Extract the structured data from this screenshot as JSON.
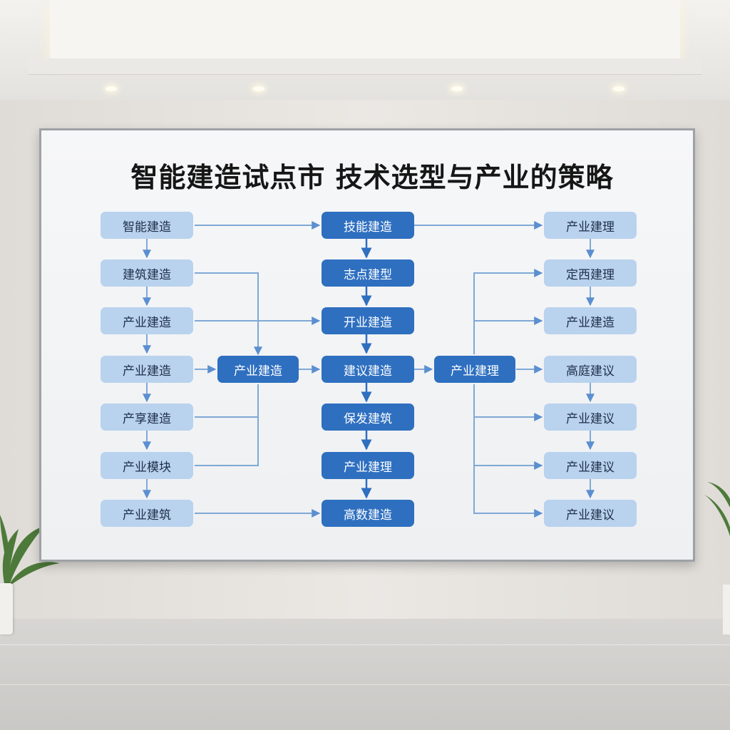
{
  "title": "智能建造试点市 技术选型与产业的策略",
  "nodes": {
    "left": [
      "智能建造",
      "建筑建造",
      "产业建造",
      "产业建造",
      "产享建造",
      "产业模块",
      "产业建筑"
    ],
    "hub_left": "产业建造",
    "center": [
      "技能建造",
      "志点建型",
      "开业建造",
      "建议建造",
      "保发建筑",
      "产业建理",
      "高数建造"
    ],
    "hub_right": "产业建理",
    "right": [
      "产业建理",
      "定西建理",
      "产业建造",
      "高庭建议",
      "产业建议",
      "产业建议",
      "产业建议"
    ]
  },
  "colors": {
    "light_node": "#b9d2ee",
    "dark_node": "#2e6fc0",
    "connector": "#7fa8d6"
  }
}
